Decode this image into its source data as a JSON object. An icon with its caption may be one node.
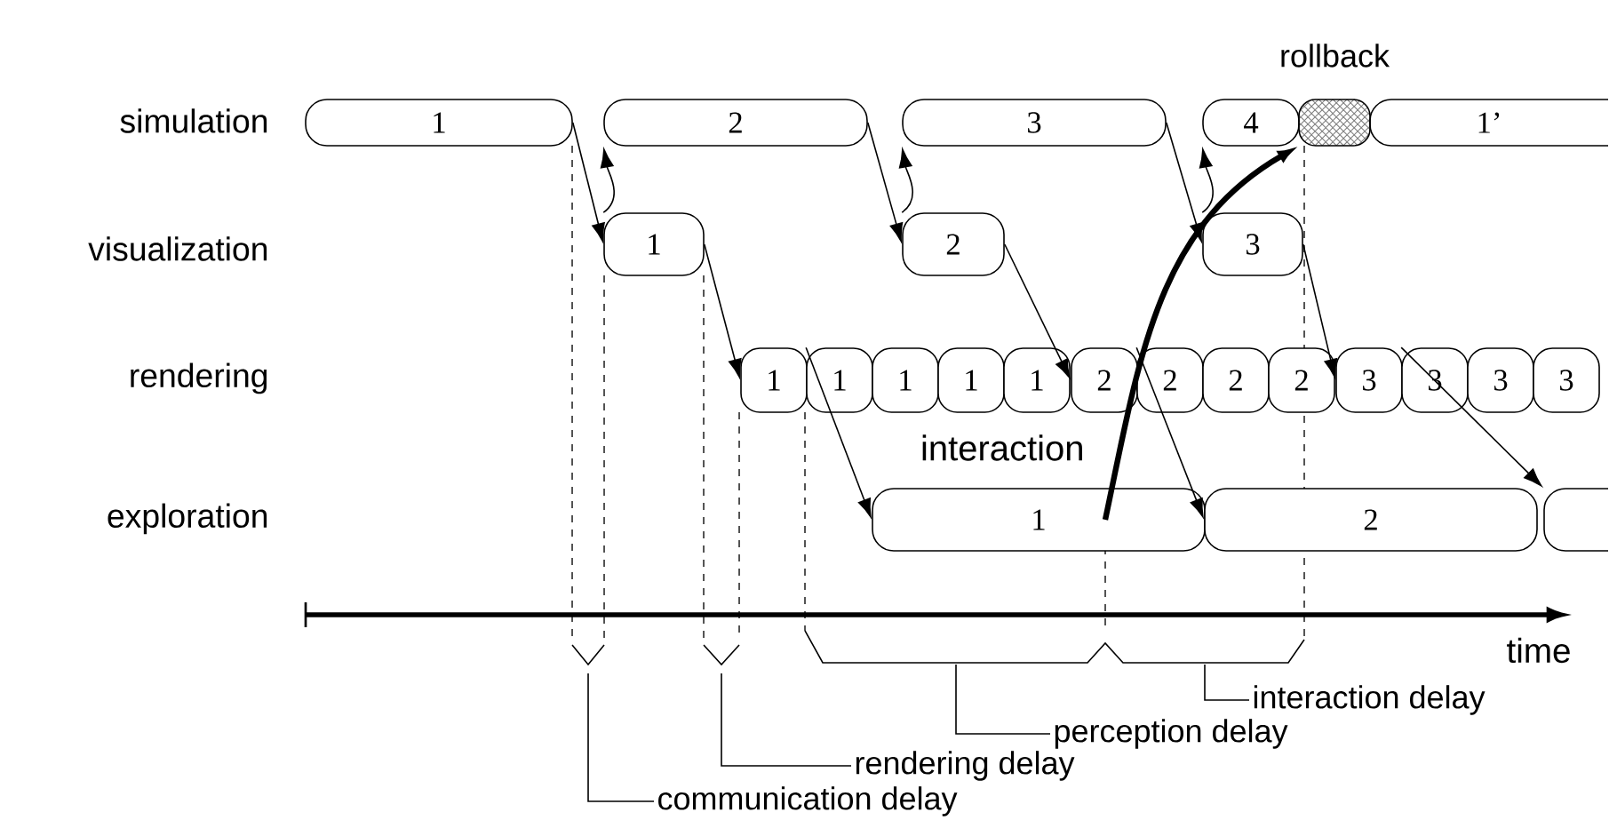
{
  "diagram": {
    "nodes": [
      {
        "text": [
          "1"
        ]
      },
      {
        "text": [
          "2"
        ]
      },
      {
        "text": [
          "3"
        ]
      },
      {
        "text": [
          "4"
        ]
      },
      {
        "text": [
          "rollback"
        ]
      },
      {
        "text": [
          "1’"
        ]
      },
      {
        "text": [
          "1"
        ]
      },
      {
        "text": [
          "2"
        ]
      },
      {
        "text": [
          "3"
        ]
      },
      {
        "text": [
          "1"
        ]
      },
      {
        "text": [
          "1"
        ]
      },
      {
        "text": [
          "1"
        ]
      },
      {
        "text": [
          "1"
        ]
      },
      {
        "text": [
          "1"
        ]
      },
      {
        "text": [
          "2"
        ]
      },
      {
        "text": [
          "2"
        ]
      },
      {
        "text": [
          "2"
        ]
      },
      {
        "text": [
          "2"
        ]
      },
      {
        "text": [
          "3"
        ]
      },
      {
        "text": [
          "3"
        ]
      },
      {
        "text": [
          "3"
        ]
      },
      {
        "text": [
          "3"
        ]
      },
      {
        "text": [
          "1"
        ]
      },
      {
        "text": [
          "2"
        ]
      },
      {
        "text": [],
        "shape": "box"
      },
      {
        "text": [
          "communication delay"
        ]
      },
      {
        "text": [
          "rendering delay"
        ]
      },
      {
        "text": [
          "perception delay"
        ]
      },
      {
        "text": [
          "interaction delay"
        ]
      }
    ],
    "edges": [
      {
        "from": 0,
        "to": 6,
        "arrow": "to"
      },
      {
        "from": 6,
        "to": 1,
        "arrow": "to"
      },
      {
        "from": 6,
        "to": 9,
        "arrow": "to"
      },
      {
        "from": 1,
        "to": 7,
        "arrow": "to"
      },
      {
        "from": 7,
        "to": 2,
        "arrow": "to"
      },
      {
        "from": 7,
        "to": 14,
        "arrow": "to"
      },
      {
        "from": 2,
        "to": 8,
        "arrow": "to"
      },
      {
        "from": 8,
        "to": 3,
        "arrow": "to"
      },
      {
        "from": 8,
        "to": 18,
        "arrow": "to"
      },
      {
        "from": 10,
        "to": 22,
        "arrow": "to"
      },
      {
        "from": 15,
        "to": 23,
        "arrow": "to"
      },
      {
        "from": 19,
        "to": 24,
        "arrow": "to"
      },
      {
        "from": 22,
        "to": 4,
        "arrow": "to",
        "style": "thick",
        "label": "interaction"
      },
      {
        "from": 25,
        "to": null,
        "arrow": "none"
      },
      {
        "from": 26,
        "to": null,
        "arrow": "none"
      },
      {
        "from": 27,
        "to": null,
        "arrow": "none"
      },
      {
        "from": 28,
        "to": null,
        "arrow": "none"
      }
    ],
    "labels": [
      "simulation",
      "visualization",
      "rendering",
      "exploration",
      "time"
    ]
  }
}
